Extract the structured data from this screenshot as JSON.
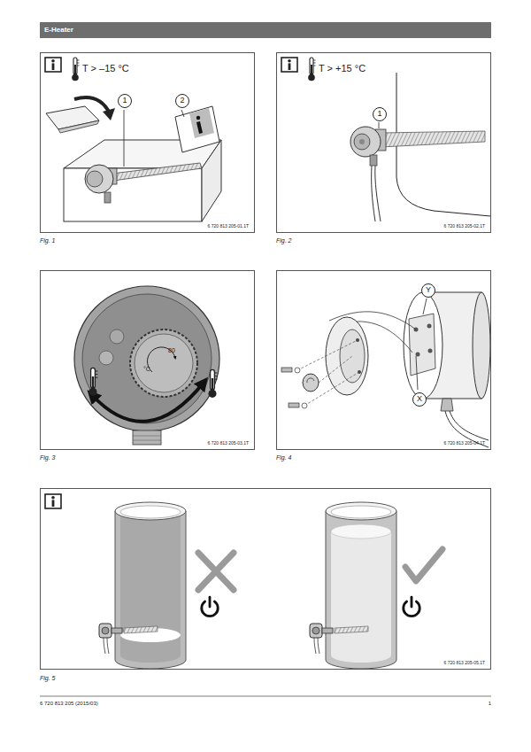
{
  "diagram": {
    "title": "E-Heater",
    "nodes": [
      {
        "text": [
          "T > –15 °C",
          "6 720 813 205-01.1T"
        ]
      },
      {
        "text": [
          "1"
        ],
        "in": 0
      },
      {
        "text": [
          "2"
        ],
        "in": 0
      },
      {
        "text": [
          "T > +15 °C",
          "6 720 813 205-02.1T"
        ]
      },
      {
        "text": [
          "1"
        ],
        "in": 3
      },
      {
        "text": [
          "6 720 813 205-03.1T"
        ]
      },
      {
        "text": [
          "6 720 813 205-04.1T"
        ]
      },
      {
        "text": [
          "Y"
        ],
        "in": 6
      },
      {
        "text": [
          "X"
        ],
        "in": 6
      },
      {
        "text": [
          "6 720 813 205-05.1T"
        ]
      }
    ],
    "labels": [
      "Fig. 1",
      "Fig. 2",
      "Fig. 3",
      "Fig. 4",
      "Fig. 5",
      "6 720 813 205 (2015/03)",
      "1",
      "°C",
      "80"
    ]
  }
}
